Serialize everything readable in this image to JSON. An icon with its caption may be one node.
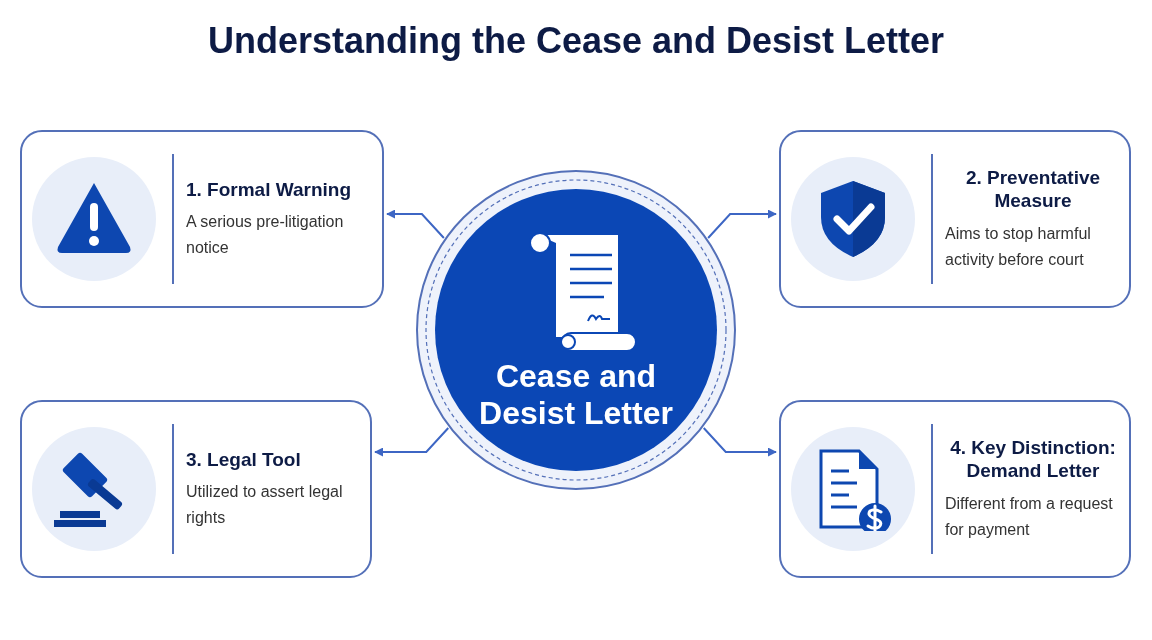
{
  "diagram": {
    "title": "Understanding the Cease and Desist Letter",
    "nodes": [
      {
        "text": [
          "Cease and Desist Letter"
        ]
      },
      {
        "text": [
          "1. Formal Warning",
          "A serious pre-litigation notice"
        ]
      },
      {
        "text": [
          "2. Preventative Measure",
          "Aims to stop harmful activity before court"
        ]
      },
      {
        "text": [
          "3. Legal Tool",
          "Utilized to assert legal rights"
        ]
      },
      {
        "text": [
          "4. Key Distinction: Demand Letter",
          "Different from a request for payment"
        ]
      }
    ],
    "edges": [
      {
        "from": 0,
        "to": 1,
        "arrow": "to"
      },
      {
        "from": 0,
        "to": 2,
        "arrow": "to"
      },
      {
        "from": 0,
        "to": 3,
        "arrow": "to"
      },
      {
        "from": 0,
        "to": 4,
        "arrow": "to"
      }
    ]
  }
}
